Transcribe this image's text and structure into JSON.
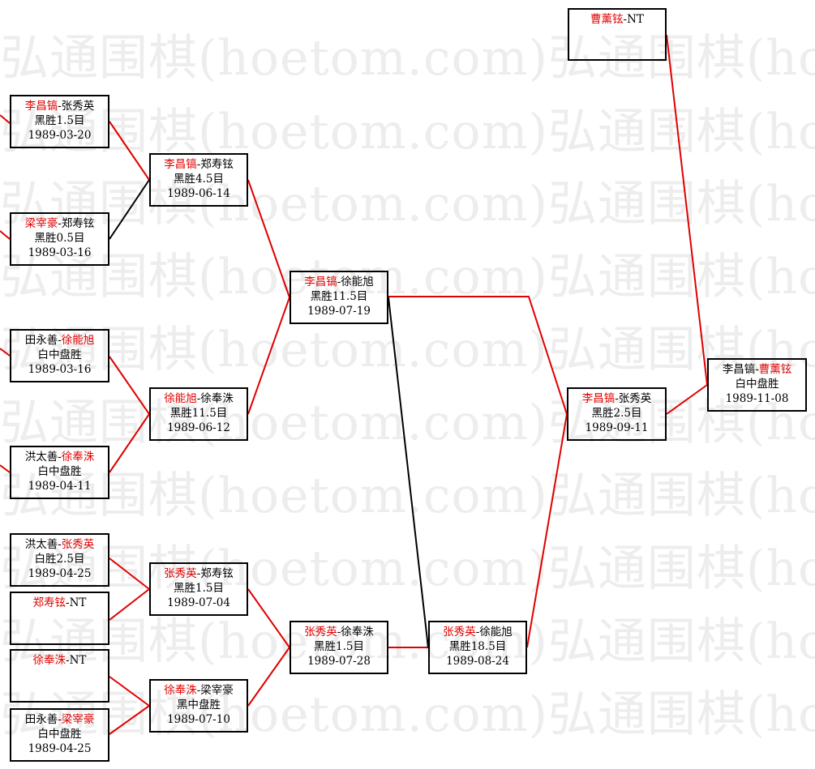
{
  "watermark_text": "弘通围棋(hoetom.com)弘通围棋(hoetom.com)",
  "matches": [
    {
      "id": "m1",
      "p1": "曹薰铉",
      "p2": "NT",
      "winner": 1,
      "result": "",
      "date": ""
    },
    {
      "id": "m2",
      "p1": "李昌镐",
      "p2": "张秀英",
      "winner": 1,
      "result": "黑胜1.5目",
      "date": "1989-03-20"
    },
    {
      "id": "m3",
      "p1": "梁宰豪",
      "p2": "郑寿铉",
      "winner": 1,
      "result": "黑胜0.5目",
      "date": "1989-03-16"
    },
    {
      "id": "m4",
      "p1": "田永善",
      "p2": "徐能旭",
      "winner": 2,
      "result": "白中盘胜",
      "date": "1989-03-16"
    },
    {
      "id": "m5",
      "p1": "洪太善",
      "p2": "徐奉洙",
      "winner": 2,
      "result": "白中盘胜",
      "date": "1989-04-11"
    },
    {
      "id": "m6",
      "p1": "洪太善",
      "p2": "张秀英",
      "winner": 2,
      "result": "白胜2.5目",
      "date": "1989-04-25"
    },
    {
      "id": "m7",
      "p1": "郑寿铉",
      "p2": "NT",
      "winner": 1,
      "result": "",
      "date": ""
    },
    {
      "id": "m8",
      "p1": "徐奉洙",
      "p2": "NT",
      "winner": 1,
      "result": "",
      "date": ""
    },
    {
      "id": "m9",
      "p1": "田永善",
      "p2": "梁宰豪",
      "winner": 2,
      "result": "白中盘胜",
      "date": "1989-04-25"
    },
    {
      "id": "m10",
      "p1": "李昌镐",
      "p2": "郑寿铉",
      "winner": 1,
      "result": "黑胜4.5目",
      "date": "1989-06-14"
    },
    {
      "id": "m11",
      "p1": "徐能旭",
      "p2": "徐奉洙",
      "winner": 1,
      "result": "黑胜11.5目",
      "date": "1989-06-12"
    },
    {
      "id": "m12",
      "p1": "张秀英",
      "p2": "郑寿铉",
      "winner": 1,
      "result": "黑胜1.5目",
      "date": "1989-07-04"
    },
    {
      "id": "m13",
      "p1": "徐奉洙",
      "p2": "梁宰豪",
      "winner": 1,
      "result": "黑中盘胜",
      "date": "1989-07-10"
    },
    {
      "id": "m14",
      "p1": "李昌镐",
      "p2": "徐能旭",
      "winner": 1,
      "result": "黑胜11.5目",
      "date": "1989-07-19"
    },
    {
      "id": "m15",
      "p1": "张秀英",
      "p2": "徐奉洙",
      "winner": 1,
      "result": "黑胜1.5目",
      "date": "1989-07-28"
    },
    {
      "id": "m16",
      "p1": "张秀英",
      "p2": "徐能旭",
      "winner": 1,
      "result": "黑胜18.5目",
      "date": "1989-08-24"
    },
    {
      "id": "m17",
      "p1": "李昌镐",
      "p2": "张秀英",
      "winner": 1,
      "result": "黑胜2.5目",
      "date": "1989-09-11"
    },
    {
      "id": "m18",
      "p1": "李昌镐",
      "p2": "曹薰铉",
      "winner": 2,
      "result": "白中盘胜",
      "date": "1989-11-08"
    }
  ],
  "colors": {
    "winner": "#e00000",
    "loser": "#000000",
    "win_line": "#e00000",
    "lose_line": "#000000",
    "watermark": "#ededed"
  }
}
